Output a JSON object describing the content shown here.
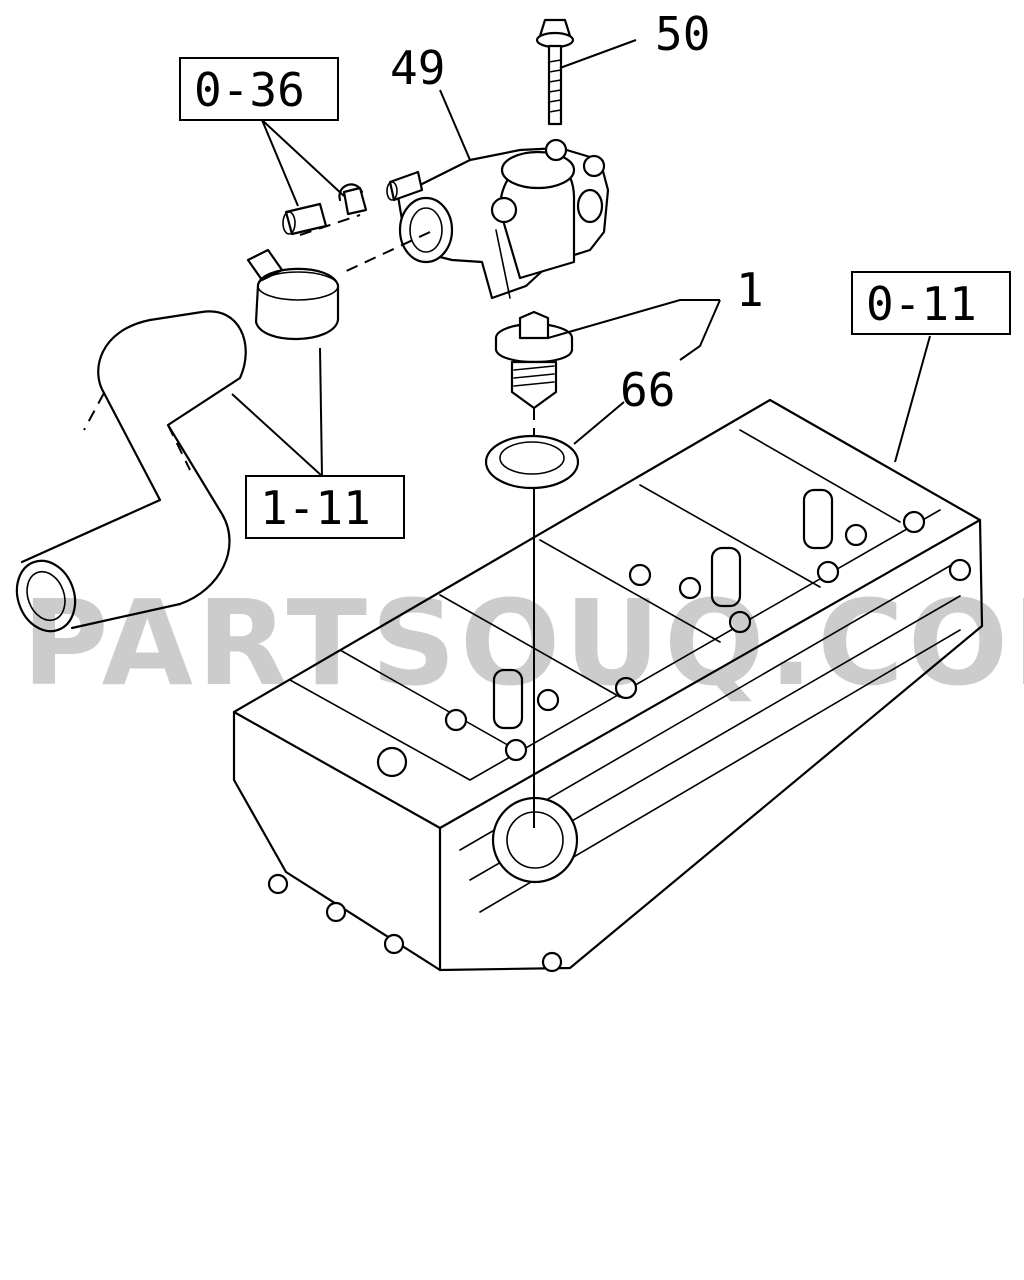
{
  "callouts": {
    "c1": "1",
    "c49": "49",
    "c50": "50",
    "c66": "66"
  },
  "references": {
    "r036": "0-36",
    "r011": "0-11",
    "r111": "1-11"
  },
  "watermark": "PARTSOUQ.COM"
}
